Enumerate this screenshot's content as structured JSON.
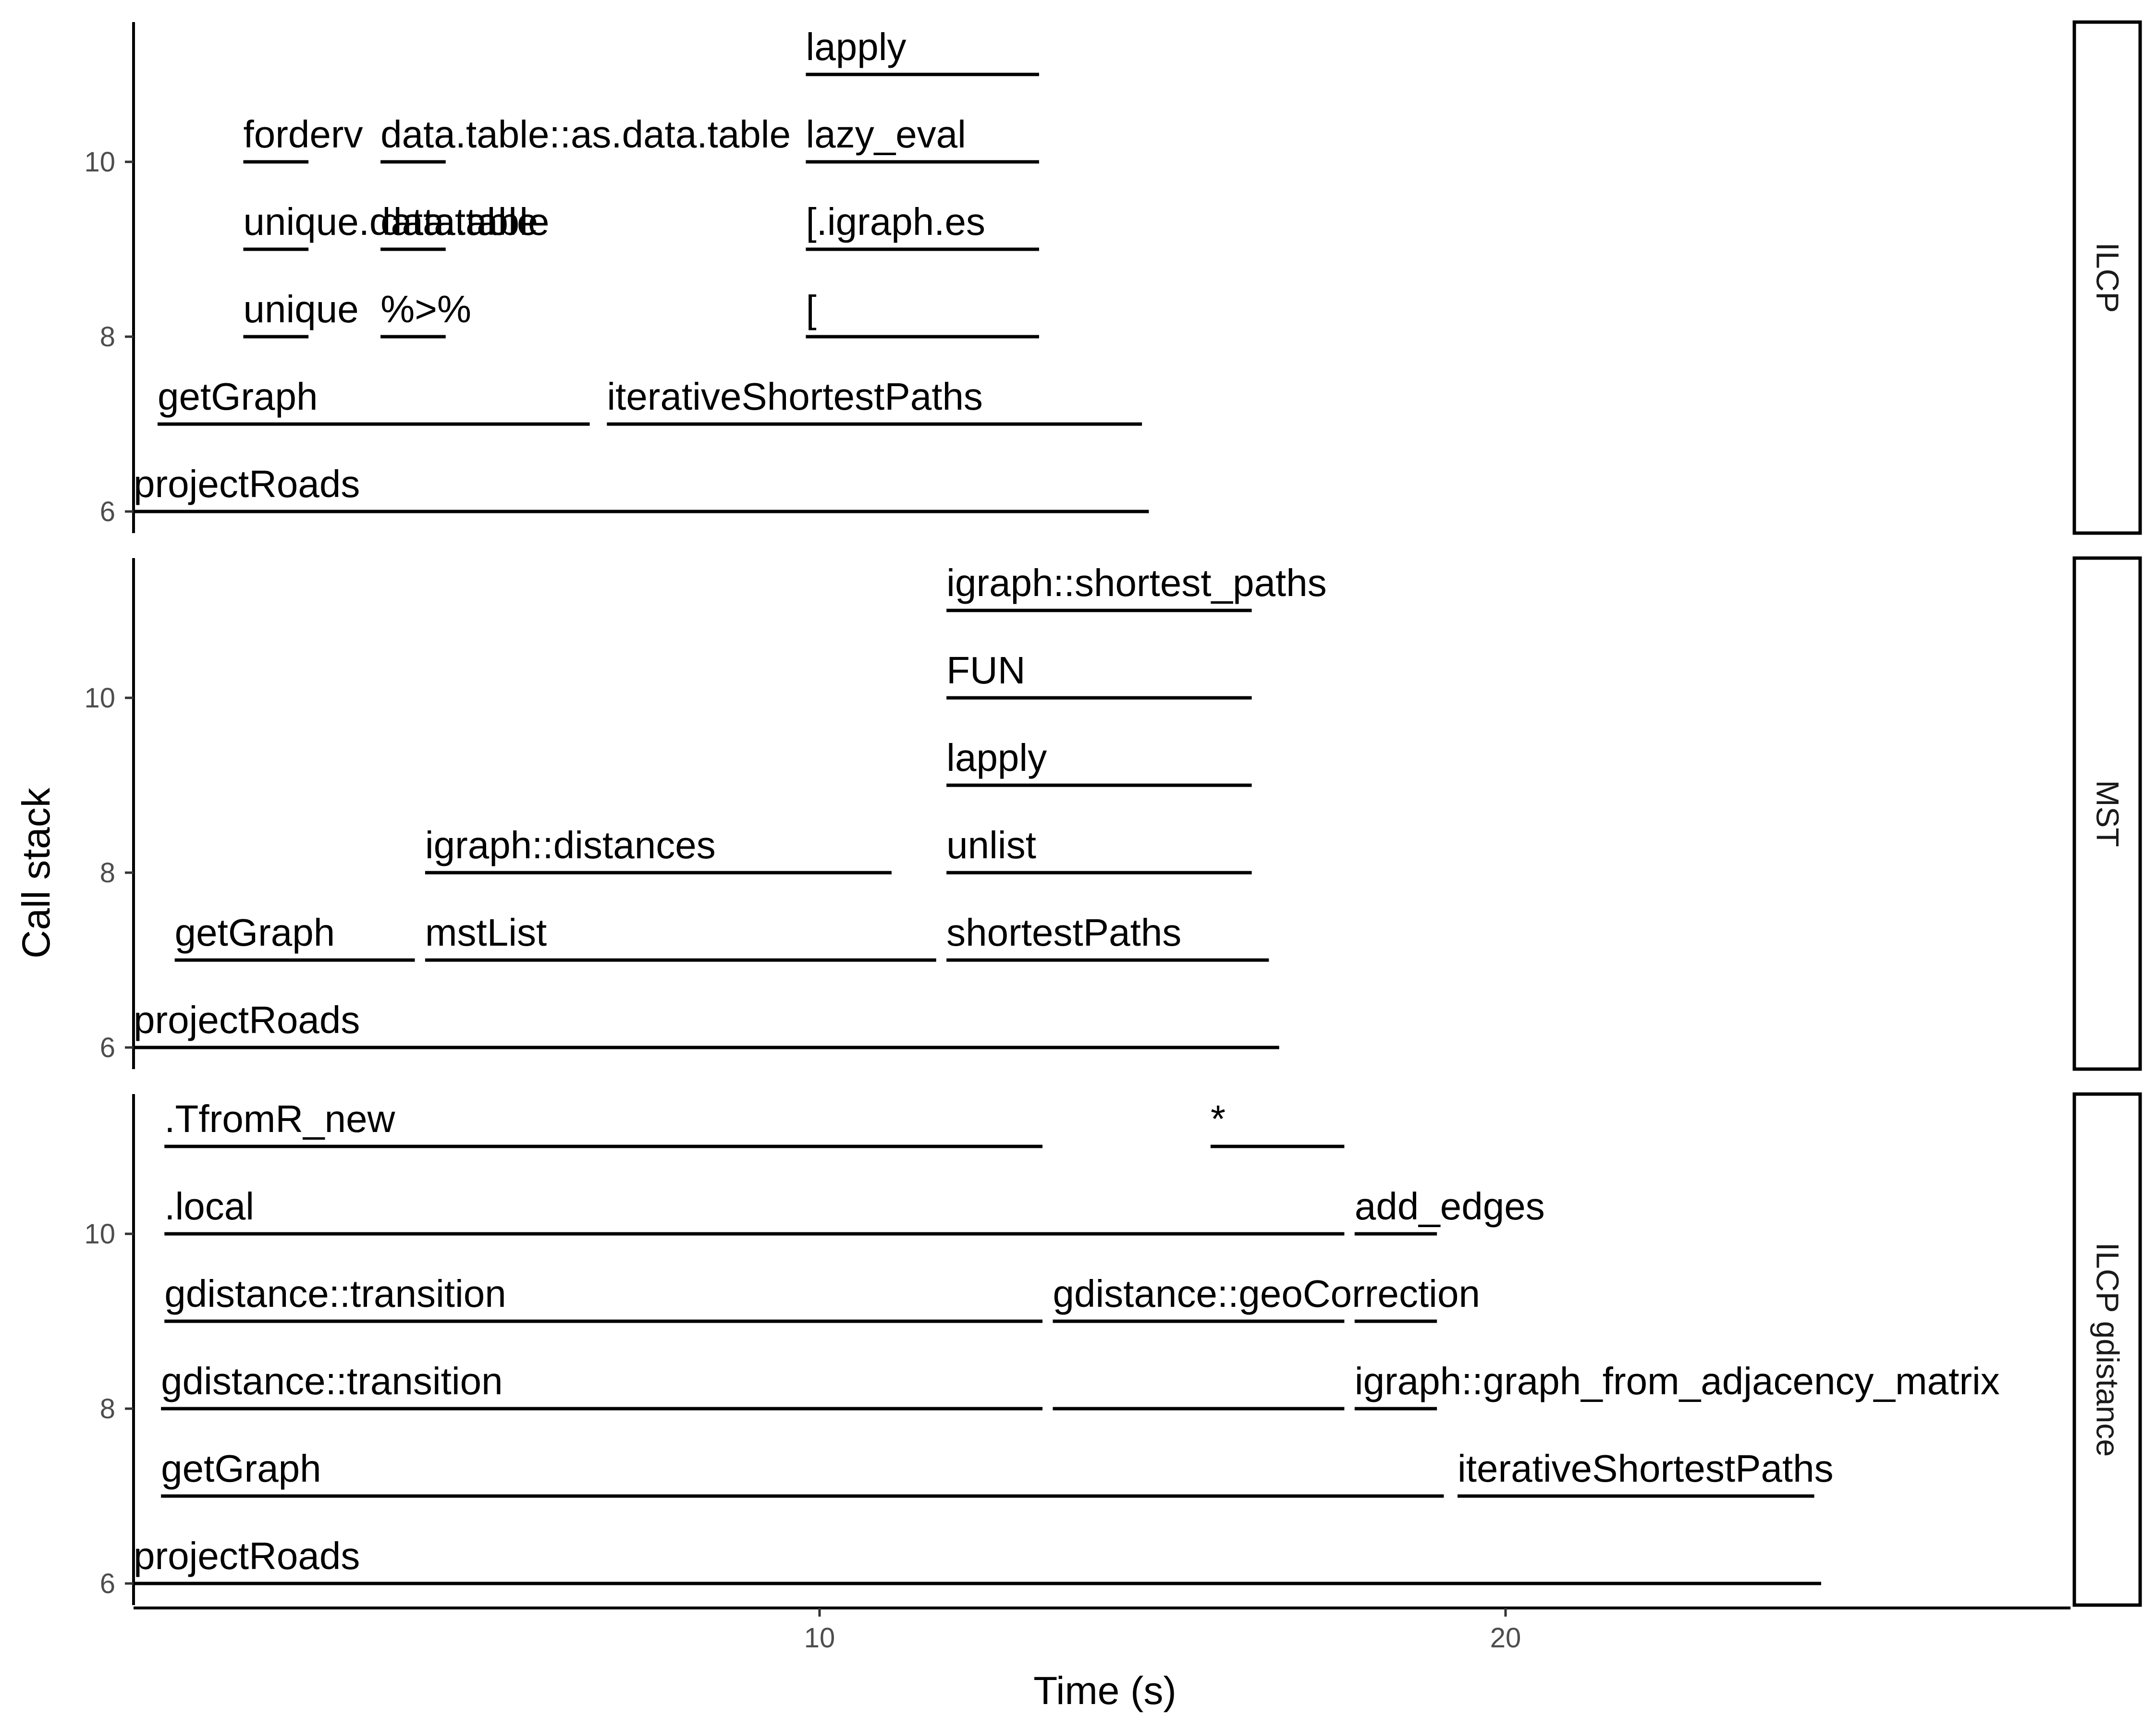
{
  "chart_data": {
    "type": "flame",
    "xlabel": "Time (s)",
    "ylabel": "Call stack",
    "x_ticks": [
      10,
      20
    ],
    "y_ticks": [
      6,
      8,
      10
    ],
    "xlim": [
      0,
      28.3
    ],
    "ylim": [
      5.75,
      11.65
    ],
    "grid": false,
    "facets": [
      {
        "name": "ILCP",
        "frames": [
          {
            "label": "projectRoads",
            "start": 0.0,
            "end": 14.8,
            "depth": 6
          },
          {
            "label": "getGraph",
            "start": 0.35,
            "end": 6.65,
            "depth": 7
          },
          {
            "label": "iterativeShortestPaths",
            "start": 6.9,
            "end": 14.7,
            "depth": 7
          },
          {
            "label": "unique",
            "start": 1.6,
            "end": 2.55,
            "depth": 8
          },
          {
            "label": "%>%",
            "start": 3.6,
            "end": 4.55,
            "depth": 8
          },
          {
            "label": "[",
            "start": 9.8,
            "end": 13.2,
            "depth": 8
          },
          {
            "label": "unique.data.table",
            "start": 1.6,
            "end": 2.55,
            "depth": 9
          },
          {
            "label": "data.table",
            "start": 3.6,
            "end": 4.55,
            "depth": 9
          },
          {
            "label": "[.igraph.es",
            "start": 9.8,
            "end": 13.2,
            "depth": 9
          },
          {
            "label": "forderv",
            "start": 1.6,
            "end": 2.55,
            "depth": 10
          },
          {
            "label": "data.table::as.data.table",
            "start": 3.6,
            "end": 4.55,
            "depth": 10
          },
          {
            "label": "lazy_eval",
            "start": 9.8,
            "end": 13.2,
            "depth": 10
          },
          {
            "label": "lapply",
            "start": 9.8,
            "end": 13.2,
            "depth": 11
          }
        ]
      },
      {
        "name": "MST",
        "frames": [
          {
            "label": "projectRoads",
            "start": 0.0,
            "end": 16.7,
            "depth": 6
          },
          {
            "label": "getGraph",
            "start": 0.6,
            "end": 4.1,
            "depth": 7
          },
          {
            "label": "mstList",
            "start": 4.25,
            "end": 11.7,
            "depth": 7
          },
          {
            "label": "shortestPaths",
            "start": 11.85,
            "end": 16.55,
            "depth": 7
          },
          {
            "label": "igraph::distances",
            "start": 4.25,
            "end": 11.05,
            "depth": 8
          },
          {
            "label": "unlist",
            "start": 11.85,
            "end": 16.3,
            "depth": 8
          },
          {
            "label": "lapply",
            "start": 11.85,
            "end": 16.3,
            "depth": 9
          },
          {
            "label": "FUN",
            "start": 11.85,
            "end": 16.3,
            "depth": 10
          },
          {
            "label": "igraph::shortest_paths",
            "start": 11.85,
            "end": 16.3,
            "depth": 11
          }
        ]
      },
      {
        "name": "ILCP gdistance",
        "frames": [
          {
            "label": "projectRoads",
            "start": 0.0,
            "end": 24.6,
            "depth": 6
          },
          {
            "label": "getGraph",
            "start": 0.4,
            "end": 19.1,
            "depth": 7
          },
          {
            "label": "iterativeShortestPaths",
            "start": 19.3,
            "end": 24.5,
            "depth": 7
          },
          {
            "label": "gdistance::transition",
            "start": 0.4,
            "end": 13.25,
            "depth": 8
          },
          {
            "label": "",
            "start": 13.4,
            "end": 17.65,
            "depth": 8
          },
          {
            "label": "igraph::graph_from_adjacency_matrix",
            "start": 17.8,
            "end": 19.0,
            "depth": 8
          },
          {
            "label": "gdistance::transition",
            "start": 0.45,
            "end": 13.25,
            "depth": 9
          },
          {
            "label": "gdistance::geoCorrection",
            "start": 13.4,
            "end": 17.65,
            "depth": 9
          },
          {
            "label": "",
            "start": 17.8,
            "end": 19.0,
            "depth": 9
          },
          {
            "label": ".local",
            "start": 0.45,
            "end": 17.65,
            "depth": 10
          },
          {
            "label": "add_edges",
            "start": 17.8,
            "end": 19.0,
            "depth": 10
          },
          {
            "label": ".TfromR_new",
            "start": 0.45,
            "end": 13.25,
            "depth": 11
          },
          {
            "label": "*",
            "start": 15.7,
            "end": 17.65,
            "depth": 11
          }
        ]
      }
    ]
  }
}
